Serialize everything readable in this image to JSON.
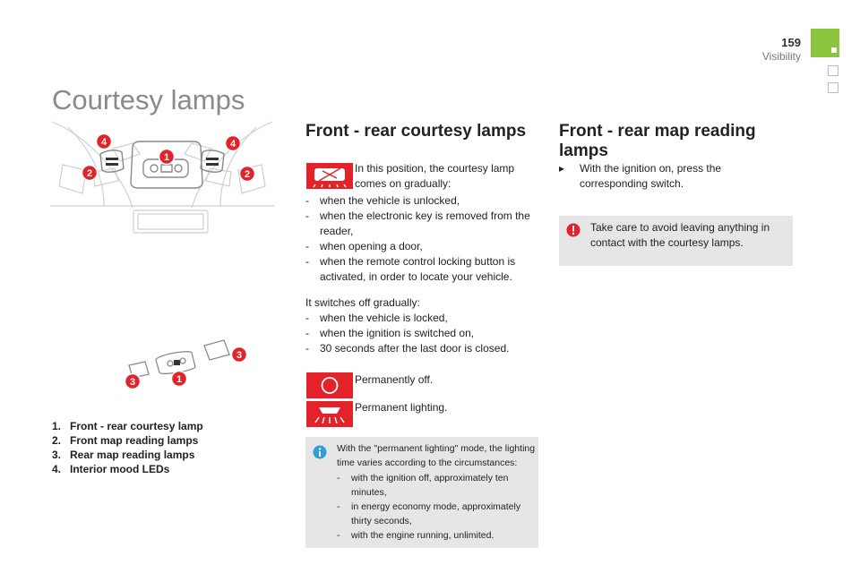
{
  "header": {
    "page_number": "159",
    "section": "Visibility"
  },
  "page_title": "Courtesy lamps",
  "front_rear_courtesy": {
    "heading": "Front - rear courtesy lamps",
    "position_text": "In this position, the courtesy lamp comes on gradually:",
    "on_conditions": [
      "when the vehicle is unlocked,",
      "when the electronic key is removed from the reader,",
      "when opening a door,",
      "when the remote control locking button is activated, in order to locate your vehicle."
    ],
    "switch_off_intro": "It switches off gradually:",
    "off_conditions": [
      "when the vehicle is locked,",
      "when the ignition is switched on,",
      "30 seconds after the last door is closed."
    ],
    "permanently_off": "Permanently off.",
    "permanent_lighting": "Permanent lighting.",
    "info": {
      "intro": "With the \"permanent lighting\" mode, the lighting time varies according to the circumstances:",
      "items": [
        "with the ignition off, approximately ten minutes,",
        "in energy economy mode, approximately thirty seconds,",
        "with the engine running, unlimited."
      ]
    }
  },
  "map_reading": {
    "heading": "Front - rear map reading lamps",
    "instruction": "With the ignition on, press the corresponding switch.",
    "warning": "Take care to avoid leaving anything in contact with the courtesy lamps."
  },
  "legend": [
    {
      "num": "1.",
      "label": "Front - rear courtesy lamp"
    },
    {
      "num": "2.",
      "label": "Front map reading lamps"
    },
    {
      "num": "3.",
      "label": "Rear map reading lamps"
    },
    {
      "num": "4.",
      "label": "Interior mood LEDs"
    }
  ],
  "callouts": {
    "one": "1",
    "two": "2",
    "three": "3",
    "four": "4"
  },
  "colors": {
    "accent_green": "#8cc63f",
    "callout_red": "#e3222a",
    "info_blue": "#2e9fd8"
  }
}
